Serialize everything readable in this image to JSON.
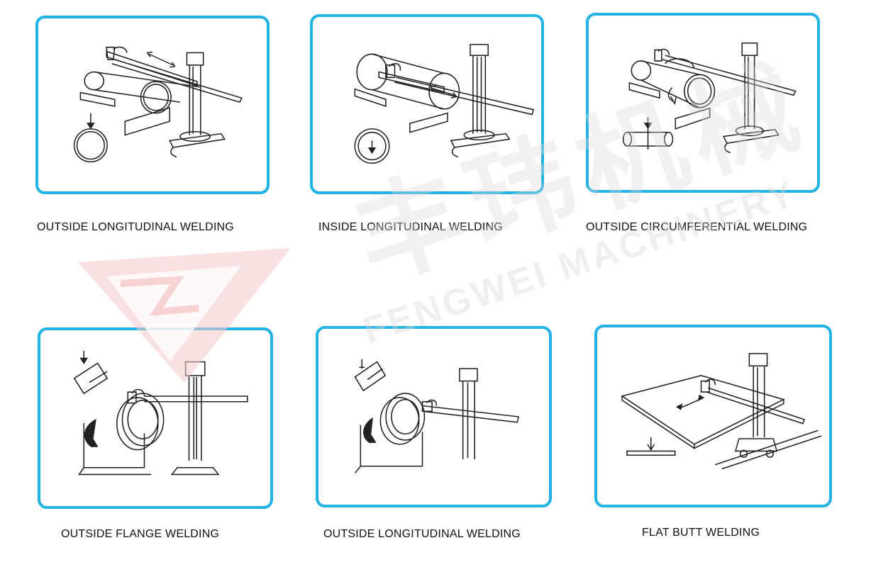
{
  "watermark": {
    "chinese_text": "丰玮机械",
    "english_text": "FENGWEI MACHINERY"
  },
  "accent_color": "#21b3e3",
  "panels": [
    {
      "caption": "OUTSIDE LONGITUDINAL WELDING"
    },
    {
      "caption": "INSIDE LONGITUDINAL WELDING"
    },
    {
      "caption": "OUTSIDE CIRCUMFERENTIAL WELDING"
    },
    {
      "caption": "OUTSIDE FLANGE WELDING"
    },
    {
      "caption": "OUTSIDE LONGITUDINAL WELDING"
    },
    {
      "caption": "FLAT BUTT WELDING"
    }
  ]
}
